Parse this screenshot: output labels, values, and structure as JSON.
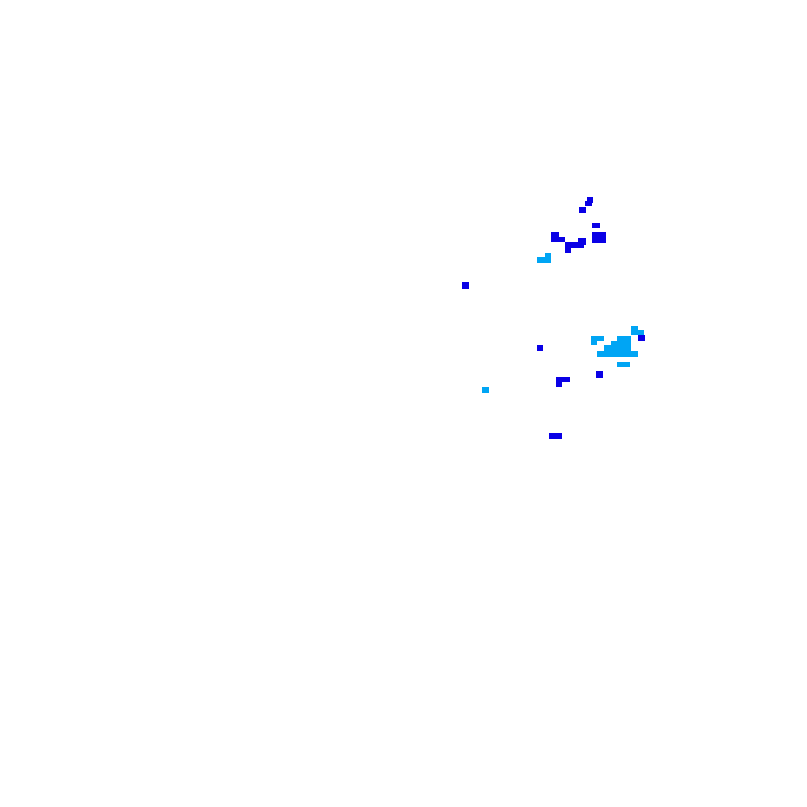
{
  "legend": [],
  "colors": {
    "background": "#ffffff",
    "intense": "#0a00e6",
    "moderate": "#00a5f4"
  },
  "layer": {
    "type": "precipitation-radar-tile",
    "visible_levels": [
      "intense",
      "moderate"
    ]
  }
}
